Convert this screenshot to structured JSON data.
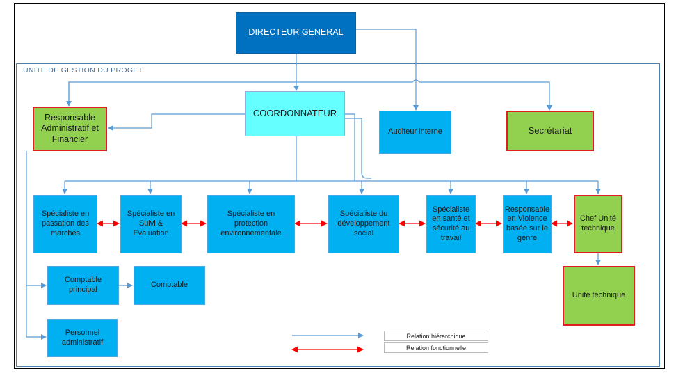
{
  "unit_title": "UNITE DE GESTION DU PROGET",
  "nodes": {
    "directeur": "DIRECTEUR GENERAL",
    "coordonnateur": "COORDONNATEUR",
    "raf": "Responsable Administratif et Financier",
    "auditeur": "Auditeur interne",
    "secretariat": "Secrétariat",
    "spm": "Spécialiste en passation des marchés",
    "sse": "Spécialiste en Suivi & Evaluation",
    "spe": "Spécialiste en protection environnementale",
    "sds": "Spécialiste du développement social",
    "sst": "Spécialiste en santé et sécurité au travail",
    "rvbg": "Responsable en Violence basée sur le genre",
    "cut": "Chef Unité technique",
    "ut": "Unité technique",
    "comptable_principal": "Comptable principal",
    "comptable": "Comptable",
    "personnel": "Personnel administratif"
  },
  "legend": {
    "hierarchique": "Relation hiérarchique",
    "fonctionnelle": "Relation fonctionnelle"
  },
  "colors": {
    "hierarchical_line": "#5b9bd5",
    "functional_line": "#ff0000",
    "specialist_fill": "#00b0f0",
    "director_fill": "#0070c0",
    "coordinator_fill": "#66ffff",
    "green_fill": "#92d050",
    "green_border": "#e02020"
  }
}
